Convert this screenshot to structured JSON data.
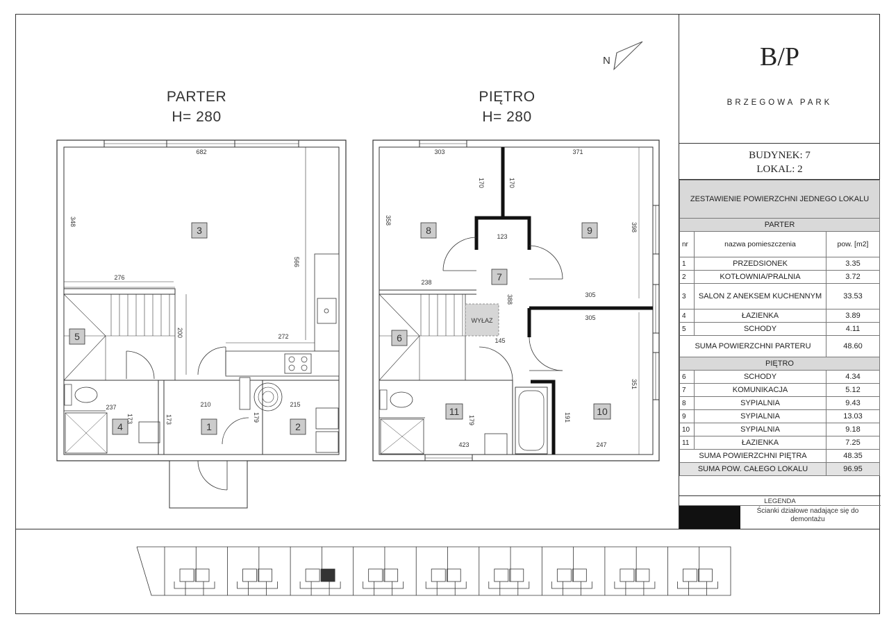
{
  "floors": {
    "ground": {
      "name": "PARTER",
      "height": "H= 280"
    },
    "upper": {
      "name": "PIĘTRO",
      "height": "H= 280"
    }
  },
  "compass": {
    "label": "N"
  },
  "logo": {
    "monogram": "B/P",
    "brand": "BRZEGOWA PARK"
  },
  "building": {
    "line1": "BUDYNEK: 7",
    "line2": "LOKAL: 2"
  },
  "table": {
    "title": "ZESTAWIENIE POWIERZCHNI JEDNEGO LOKALU",
    "section_ground": "PARTER",
    "section_upper": "PIĘTRO",
    "col_nr": "nr",
    "col_name": "nazwa pomieszczenia",
    "col_area": "pow. [m2]",
    "ground_rows": [
      {
        "nr": "1",
        "name": "PRZEDSIONEK",
        "area": "3.35"
      },
      {
        "nr": "2",
        "name": "KOTŁOWNIA/PRALNIA",
        "area": "3.72"
      },
      {
        "nr": "3",
        "name": "SALON Z ANEKSEM KUCHENNYM",
        "area": "33.53"
      },
      {
        "nr": "4",
        "name": "ŁAZIENKA",
        "area": "3.89"
      },
      {
        "nr": "5",
        "name": "SCHODY",
        "area": "4.11"
      }
    ],
    "ground_sum_label": "SUMA POWIERZCHNI PARTERU",
    "ground_sum": "48.60",
    "upper_rows": [
      {
        "nr": "6",
        "name": "SCHODY",
        "area": "4.34"
      },
      {
        "nr": "7",
        "name": "KOMUNIKACJA",
        "area": "5.12"
      },
      {
        "nr": "8",
        "name": "SYPIALNIA",
        "area": "9.43"
      },
      {
        "nr": "9",
        "name": "SYPIALNIA",
        "area": "13.03"
      },
      {
        "nr": "10",
        "name": "SYPIALNIA",
        "area": "9.18"
      },
      {
        "nr": "11",
        "name": "ŁAZIENKA",
        "area": "7.25"
      }
    ],
    "upper_sum_label": "SUMA POWIERZCHNI PIĘTRA",
    "upper_sum": "48.35",
    "total_label": "SUMA POW. CAŁEGO LOKALU",
    "total": "96.95"
  },
  "legend": {
    "title": "LEGENDA",
    "item": "Ścianki działowe nadające się do demontażu",
    "swatch_color": "#111111"
  },
  "plan_labels": {
    "ground": {
      "dims": [
        "682",
        "348",
        "566",
        "276",
        "272",
        "200",
        "237",
        "173",
        "210",
        "173",
        "179",
        "215"
      ],
      "rooms": [
        "3",
        "5",
        "4",
        "1",
        "2"
      ]
    },
    "upper": {
      "dims": [
        "303",
        "371",
        "170",
        "170",
        "358",
        "398",
        "123",
        "238",
        "388",
        "305",
        "305",
        "145",
        "179",
        "191",
        "351",
        "423",
        "247"
      ],
      "rooms": [
        "8",
        "9",
        "7",
        "6",
        "11",
        "10"
      ],
      "hatch": "WYŁAZ"
    }
  },
  "site_plan": {
    "selected_unit": 3,
    "unit_count": 9
  }
}
